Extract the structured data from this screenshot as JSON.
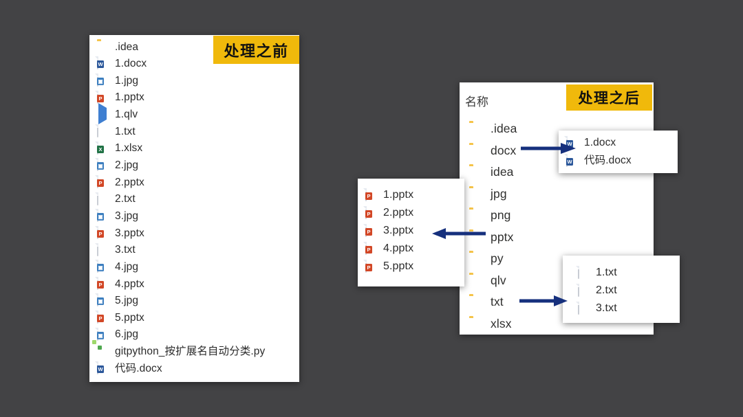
{
  "background_color": "#434345",
  "accent": {
    "badge_bg": "#f0b90b",
    "badge_text": "#111111",
    "arrow": "#16307d",
    "folder": "#f5c44a",
    "word": "#2b579a",
    "powerpoint": "#d24726",
    "excel": "#207245",
    "image": "#3c7ebf",
    "panel_bg": "#ffffff"
  },
  "before": {
    "badge_label": "处理之前",
    "files": [
      {
        "name": ".idea",
        "icon": "folder-icon"
      },
      {
        "name": "1.docx",
        "icon": "word-file-icon"
      },
      {
        "name": "1.jpg",
        "icon": "image-file-icon"
      },
      {
        "name": "1.pptx",
        "icon": "powerpoint-file-icon"
      },
      {
        "name": "1.qlv",
        "icon": "video-file-icon"
      },
      {
        "name": "1.txt",
        "icon": "text-file-icon"
      },
      {
        "name": "1.xlsx",
        "icon": "excel-file-icon"
      },
      {
        "name": "2.jpg",
        "icon": "image-file-icon"
      },
      {
        "name": "2.pptx",
        "icon": "powerpoint-file-icon"
      },
      {
        "name": "2.txt",
        "icon": "text-file-icon"
      },
      {
        "name": "3.jpg",
        "icon": "image-file-icon"
      },
      {
        "name": "3.pptx",
        "icon": "powerpoint-file-icon"
      },
      {
        "name": "3.txt",
        "icon": "text-file-icon"
      },
      {
        "name": "4.jpg",
        "icon": "image-file-icon"
      },
      {
        "name": "4.pptx",
        "icon": "powerpoint-file-icon"
      },
      {
        "name": "5.jpg",
        "icon": "image-file-icon"
      },
      {
        "name": "5.pptx",
        "icon": "powerpoint-file-icon"
      },
      {
        "name": "6.jpg",
        "icon": "image-file-icon"
      },
      {
        "name": "gitpython_按扩展名自动分类.py",
        "icon": "python-file-icon"
      },
      {
        "name": "代码.docx",
        "icon": "word-file-icon"
      }
    ]
  },
  "after": {
    "badge_label": "处理之后",
    "column_header": "名称",
    "folders": [
      {
        "name": ".idea",
        "icon": "folder-icon"
      },
      {
        "name": "docx",
        "icon": "folder-icon"
      },
      {
        "name": "idea",
        "icon": "folder-icon"
      },
      {
        "name": "jpg",
        "icon": "folder-icon"
      },
      {
        "name": "png",
        "icon": "folder-icon"
      },
      {
        "name": "pptx",
        "icon": "folder-icon"
      },
      {
        "name": "py",
        "icon": "folder-icon"
      },
      {
        "name": "qlv",
        "icon": "folder-icon"
      },
      {
        "name": "txt",
        "icon": "folder-icon"
      },
      {
        "name": "xlsx",
        "icon": "folder-icon"
      }
    ]
  },
  "popup_docx": {
    "files": [
      {
        "name": "1.docx",
        "icon": "word-file-icon"
      },
      {
        "name": "代码.docx",
        "icon": "word-file-icon"
      }
    ]
  },
  "popup_pptx": {
    "files": [
      {
        "name": "1.pptx",
        "icon": "powerpoint-file-icon"
      },
      {
        "name": "2.pptx",
        "icon": "powerpoint-file-icon"
      },
      {
        "name": "3.pptx",
        "icon": "powerpoint-file-icon"
      },
      {
        "name": "4.pptx",
        "icon": "powerpoint-file-icon"
      },
      {
        "name": "5.pptx",
        "icon": "powerpoint-file-icon"
      }
    ]
  },
  "popup_txt": {
    "files": [
      {
        "name": "1.txt",
        "icon": "text-file-icon"
      },
      {
        "name": "2.txt",
        "icon": "text-file-icon"
      },
      {
        "name": "3.txt",
        "icon": "text-file-icon"
      }
    ]
  },
  "arrows": [
    {
      "name": "arrow-docx",
      "direction": "right"
    },
    {
      "name": "arrow-pptx",
      "direction": "left"
    },
    {
      "name": "arrow-txt",
      "direction": "right"
    }
  ]
}
